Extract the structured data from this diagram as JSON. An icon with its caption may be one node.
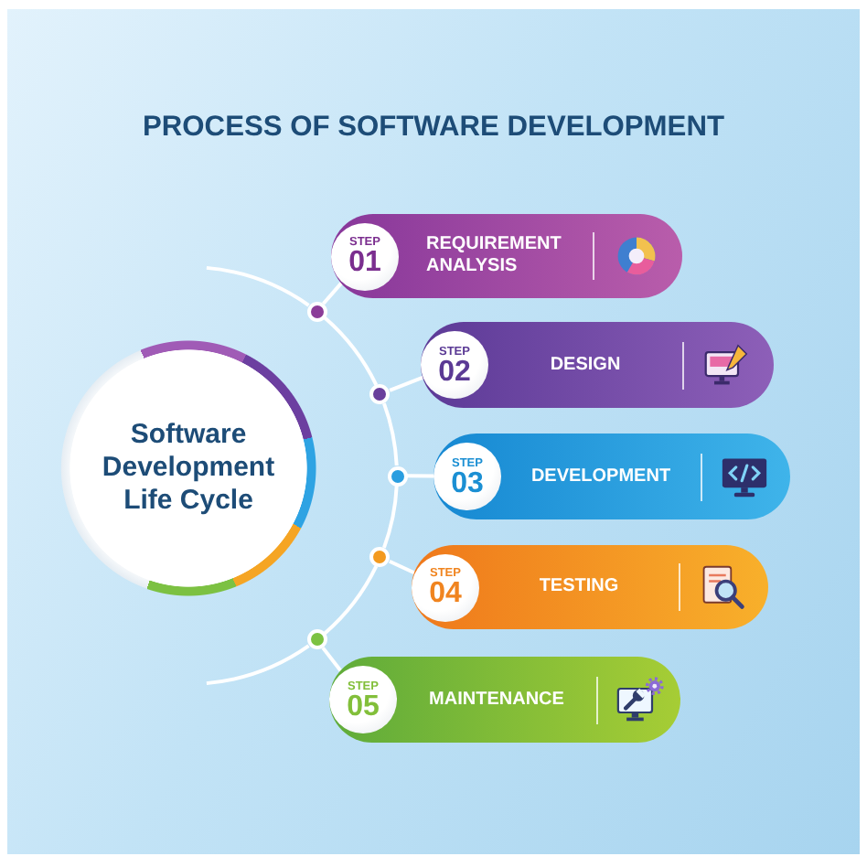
{
  "diagram": {
    "title": "PROCESS OF SOFTWARE DEVELOPMENT",
    "nodes": [
      {
        "text": [
          "Software Development Life Cycle"
        ]
      },
      {
        "text": [
          "STEP 01",
          "REQUIREMENT ANALYSIS"
        ]
      },
      {
        "text": [
          "STEP 02",
          "DESIGN"
        ]
      },
      {
        "text": [
          "STEP 03",
          "DEVELOPMENT"
        ]
      },
      {
        "text": [
          "STEP 04",
          "TESTING"
        ]
      },
      {
        "text": [
          "STEP 05",
          "MAINTENANCE"
        ]
      },
      {
        "text": [],
        "shape": "circle"
      },
      {
        "text": [],
        "shape": "circle"
      },
      {
        "text": [],
        "shape": "circle"
      },
      {
        "text": [],
        "shape": "circle"
      },
      {
        "text": [],
        "shape": "circle"
      }
    ],
    "edges": [
      {
        "from": null,
        "to": 6,
        "arrow": "none"
      },
      {
        "from": 6,
        "to": 7,
        "arrow": "none"
      },
      {
        "from": 7,
        "to": 8,
        "arrow": "none"
      },
      {
        "from": 8,
        "to": 9,
        "arrow": "none"
      },
      {
        "from": 9,
        "to": 10,
        "arrow": "none"
      },
      {
        "from": 10,
        "to": null,
        "arrow": "none"
      },
      {
        "from": 6,
        "to": 1,
        "arrow": "none"
      },
      {
        "from": 7,
        "to": 2,
        "arrow": "none"
      },
      {
        "from": 8,
        "to": 3,
        "arrow": "none"
      },
      {
        "from": 9,
        "to": 4,
        "arrow": "none"
      },
      {
        "from": 10,
        "to": 5,
        "arrow": "none"
      }
    ]
  }
}
